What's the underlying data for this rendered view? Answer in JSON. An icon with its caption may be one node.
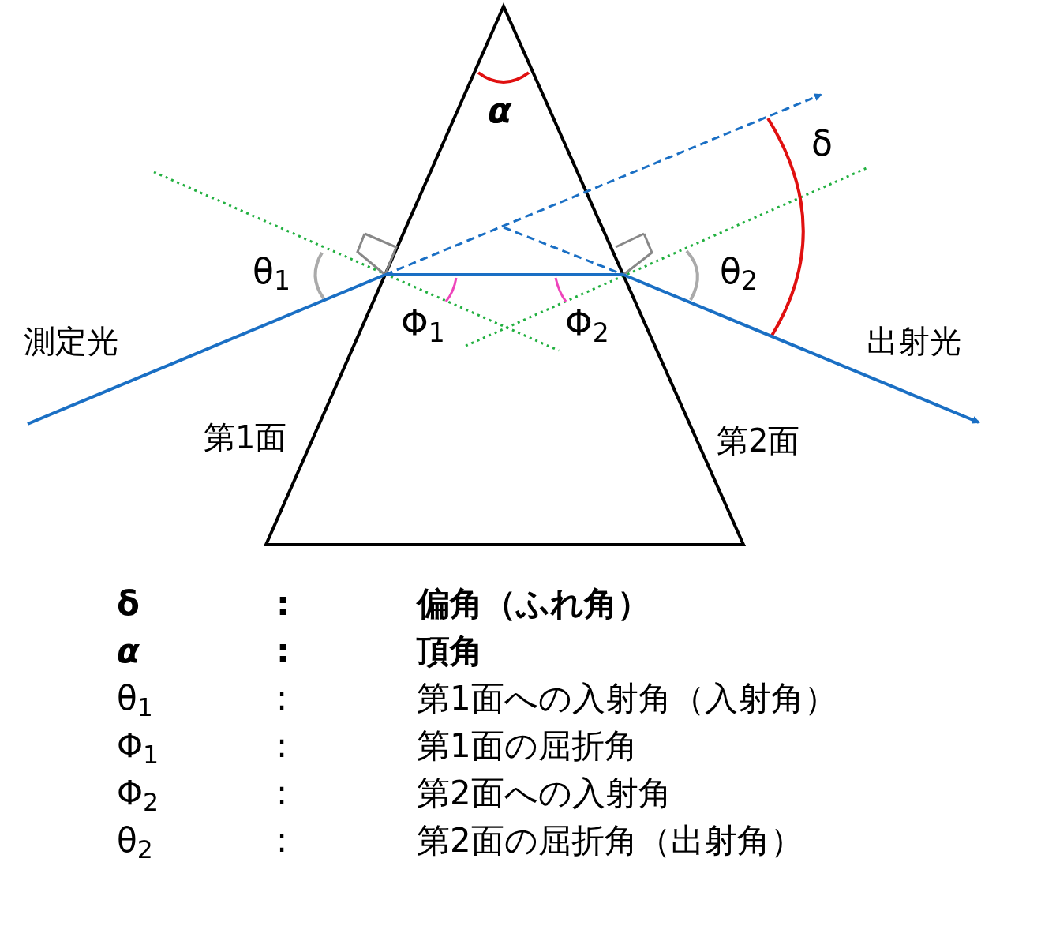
{
  "diagram": {
    "labels": [
      "α",
      "δ",
      "θ$_{1}$",
      "θ$_{2}$",
      "測定光",
      "Φ$_{1}$",
      "Φ$_{2}$",
      "出射光",
      "第1面",
      "第2面",
      "δ",
      ":",
      "偏角（ふれ角）",
      "α",
      ":",
      "頂角",
      "θ$_{1}$",
      ":",
      "第1面への入射角（入射角）",
      "Φ$_{1}$",
      ":",
      "第1面の屈折角",
      "Φ$_{2}$",
      ":",
      "第2面への入射角",
      "θ$_{2}$",
      ":",
      "第2面の屈折角（出射角）"
    ]
  }
}
